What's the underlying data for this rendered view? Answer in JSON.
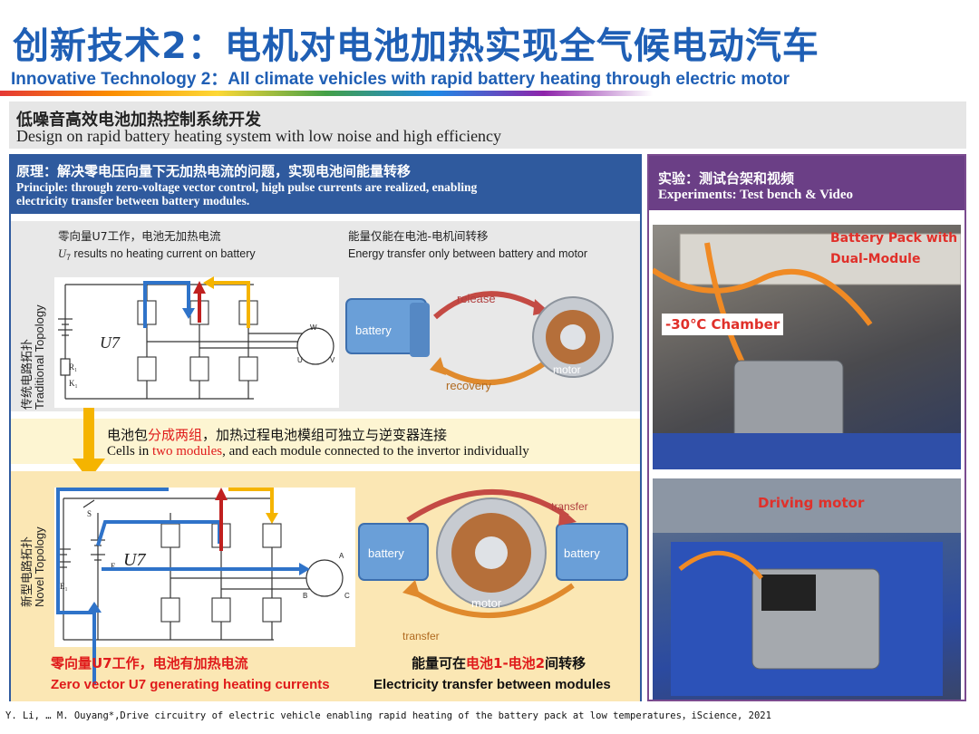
{
  "header": {
    "title_cn": "创新技术2：电机对电池加热实现全气候电动汽车",
    "title_en": "Innovative Technology 2：All climate vehicles with rapid battery heating through electric motor"
  },
  "subheader": {
    "cn": "低噪音高效电池加热控制系统开发",
    "en": "Design on rapid battery heating system with low noise and high efficiency"
  },
  "principle": {
    "cn": "原理：解决零电压向量下无加热电流的问题，实现电池间能量转移",
    "en": "Principle:  through zero-voltage vector control,    high pulse currents are realized, enabling electricity transfer between battery modules."
  },
  "traditional": {
    "side_label_cn": "传统电路拓扑",
    "side_label_en": "Traditional Topology",
    "note_cn": "零向量U7工作，电池无加热电流",
    "note_en_prefix": "U",
    "note_en_sub": "7",
    "note_en_rest": " results no heating current on battery",
    "energy_cn": "能量仅能在电池-电机间转移",
    "energy_en": "Energy transfer only between battery and motor",
    "vector": "U7",
    "release": "release",
    "recovery": "recovery",
    "battery": "battery",
    "motor": "motor"
  },
  "modules": {
    "cn_prefix": "电池包",
    "cn_highlight": "分成两组",
    "cn_rest": "，加热过程电池模组可独立与逆变器连接",
    "en_prefix": "Cells in ",
    "en_highlight": "two modules",
    "en_rest": ", and each module connected to the invertor individually"
  },
  "novel": {
    "side_label_cn": "新型电路拓扑",
    "side_label_en": "Novel Topology",
    "vector": "U7",
    "transfer_top": "transfer",
    "transfer_bottom": "transfer",
    "battery_left": "battery",
    "battery_right": "battery",
    "motor": "motor",
    "note_cn": "零向量U7工作，电池有加热电流",
    "note_en": "Zero vector U7 generating heating currents",
    "transfer_cn_prefix": "能量可在",
    "transfer_cn_highlight": "电池1-电池2",
    "transfer_cn_rest": "间转移",
    "transfer_en": "Electricity transfer between modules"
  },
  "experiments": {
    "cn": "实验：测试台架和视频",
    "en": "Experiments: Test bench & Video",
    "label_battery_pack": "Battery Pack with Dual-Module",
    "label_chamber": "-30℃ Chamber",
    "label_motor": "Driving motor"
  },
  "circuit_labels": {
    "w": "W",
    "u": "U",
    "v": "V",
    "a": "A",
    "b": "B",
    "c": "C",
    "s": "S",
    "r1": "R₁",
    "k1": "K₁",
    "e": "E₁",
    "ei": "E₁"
  },
  "citation": "Y. Li, … M. Ouyang*,Drive circuitry of electric vehicle enabling rapid heating of the battery pack at low temperatures，iScience, 2021",
  "colors": {
    "title_blue": "#1f5fb5",
    "panel_blue": "#2f5a9e",
    "panel_purple": "#6b3f86",
    "highlight_red": "#e01b1b",
    "arrow_yellow": "#f5b400",
    "arrow_blue": "#2f73c9",
    "arrow_red": "#c0201f"
  }
}
